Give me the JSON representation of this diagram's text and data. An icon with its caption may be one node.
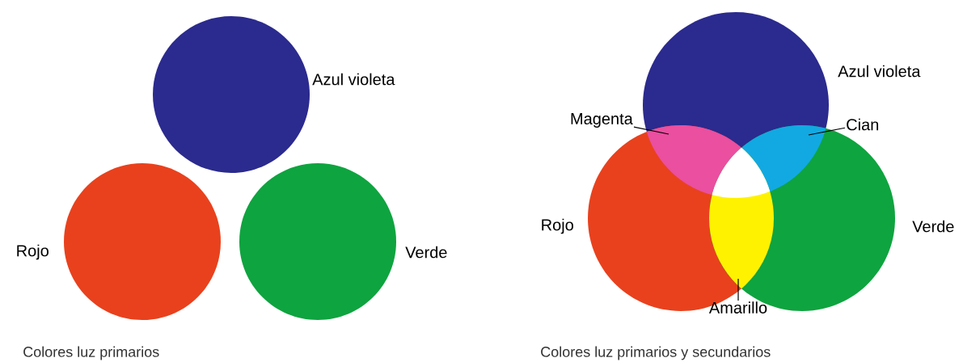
{
  "diagram": {
    "nodes": [
      {
        "text": [],
        "shape": "circle",
        "beside": [
          "Azul violeta"
        ]
      },
      {
        "text": [],
        "shape": "circle",
        "beside": [
          "Rojo"
        ]
      },
      {
        "text": [],
        "shape": "circle",
        "beside": [
          "Verde"
        ]
      },
      {
        "text": [
          "Magenta"
        ]
      },
      {
        "text": [
          "Cian"
        ]
      },
      {
        "text": [
          "Amarillo"
        ]
      }
    ],
    "edges": [
      {
        "from": 3,
        "to": null,
        "arrow": "none"
      },
      {
        "from": 4,
        "to": null,
        "arrow": "none"
      },
      {
        "from": 5,
        "to": null,
        "arrow": "none"
      }
    ],
    "labels": [
      "Azul violeta",
      "Rojo",
      "Verde",
      "Colores luz primarios",
      "Colores luz primarios y secundarios"
    ]
  }
}
